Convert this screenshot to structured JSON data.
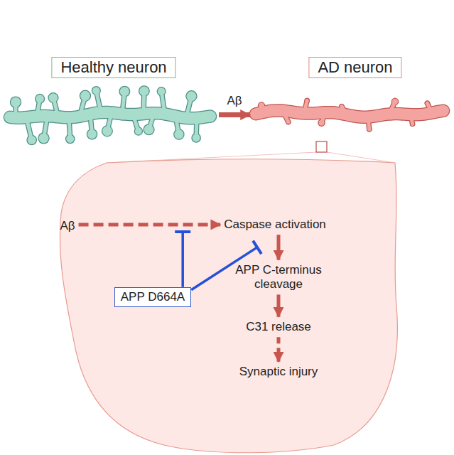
{
  "diagram": {
    "nodes": [
      {
        "text": [
          "Healthy neuron"
        ]
      },
      {
        "text": [
          "AD neuron"
        ]
      },
      {
        "text": [
          "Aβ"
        ]
      },
      {
        "text": [
          "Caspase activation"
        ]
      },
      {
        "text": [
          "APP C-terminus cleavage"
        ]
      },
      {
        "text": [
          "C31 release"
        ]
      },
      {
        "text": [
          "Synaptic injury"
        ]
      },
      {
        "text": [
          "APP D664A"
        ]
      }
    ],
    "edges": [
      {
        "from": 0,
        "to": 1,
        "label": "Aβ",
        "arrow": "to"
      },
      {
        "from": 2,
        "to": 3,
        "arrow": "to"
      },
      {
        "from": 3,
        "to": 4,
        "arrow": "to"
      },
      {
        "from": 4,
        "to": 5,
        "arrow": "to"
      },
      {
        "from": 5,
        "to": 6,
        "arrow": "to"
      },
      {
        "from": 7,
        "to": 3,
        "arrow": "to"
      },
      {
        "from": 7,
        "to": 4,
        "arrow": "to"
      }
    ]
  }
}
